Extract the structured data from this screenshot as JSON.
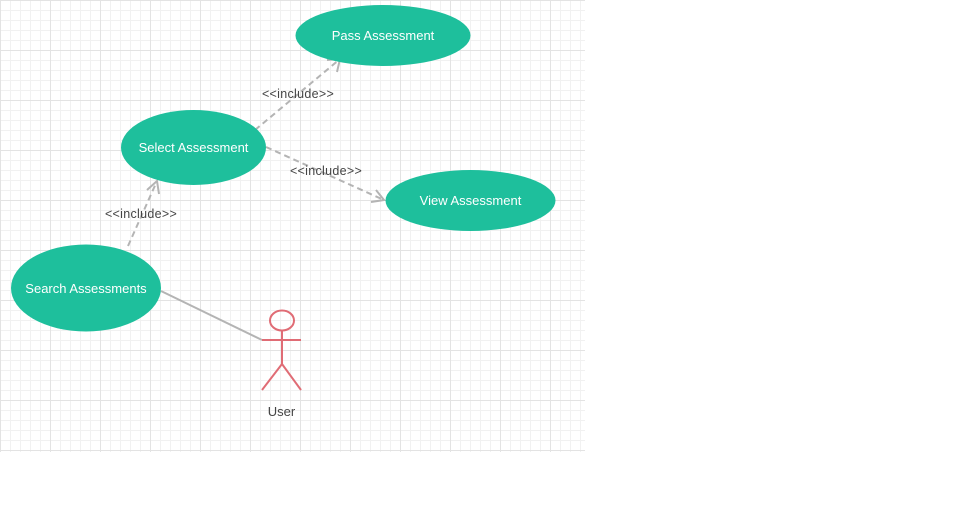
{
  "colors": {
    "use_case_fill": "#1ebf9c",
    "actor_stroke": "#e06c75",
    "connector": "#b4b4b4"
  },
  "use_cases": {
    "pass_assessment": "Pass Assessment",
    "select_assessment": "Select Assessment",
    "view_assessment": "View Assessment",
    "search_assessments": "Search Assessments"
  },
  "relations": {
    "select_to_pass": "<<include>>",
    "select_to_view": "<<include>>",
    "search_to_select": "<<include>>"
  },
  "actor": {
    "name": "User"
  }
}
